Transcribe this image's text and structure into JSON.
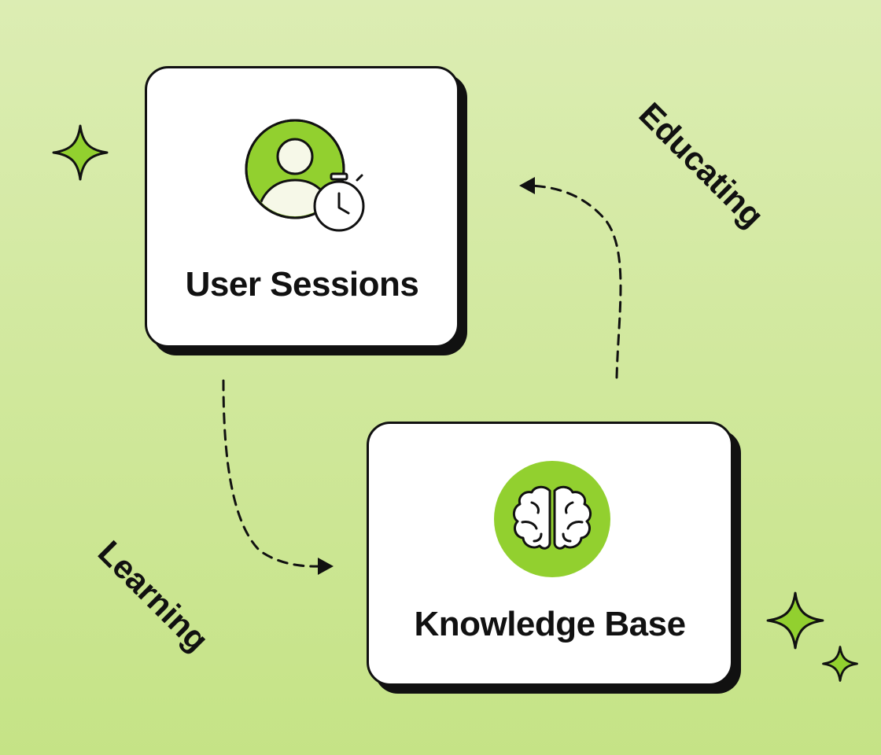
{
  "colors": {
    "background_top": "#dcedb3",
    "background_bottom": "#c5e386",
    "accent_green": "#92d02f",
    "ink": "#111111",
    "card": "#ffffff",
    "avatar_fill": "#f6f8e8"
  },
  "nodes": [
    {
      "id": "user-sessions",
      "label": "User Sessions",
      "icon": "user-timer-icon"
    },
    {
      "id": "knowledge-base",
      "label": "Knowledge Base",
      "icon": "brain-icon"
    }
  ],
  "edges": [
    {
      "from": "user-sessions",
      "to": "knowledge-base",
      "label": "Learning"
    },
    {
      "from": "knowledge-base",
      "to": "user-sessions",
      "label": "Educating"
    }
  ],
  "decorations": [
    "sparkle-icon",
    "sparkle-icon",
    "sparkle-icon"
  ]
}
